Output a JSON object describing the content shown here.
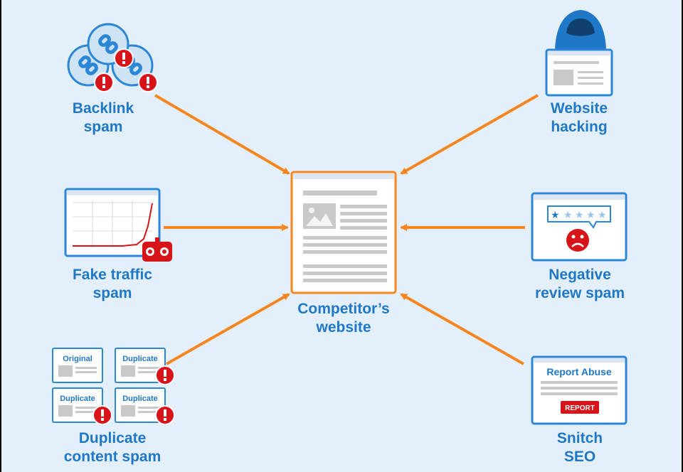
{
  "colors": {
    "background": "#e3f0fb",
    "accent_blue": "#1f77c8",
    "arrow_orange": "#f5861f",
    "alert_red": "#d7141a",
    "panel_border": "#2b86d6",
    "placeholder_gray": "#c9c9c9"
  },
  "center": {
    "label_line1": "Competitor’s",
    "label_line2": "website",
    "icon": "web-page-icon"
  },
  "nodes": {
    "backlink_spam": {
      "line1": "Backlink",
      "line2": "spam",
      "icon": "chain-link-alert-icon"
    },
    "website_hacking": {
      "line1": "Website",
      "line2": "hacking",
      "icon": "hooded-hacker-icon"
    },
    "fake_traffic_spam": {
      "line1": "Fake traffic",
      "line2": "spam",
      "icon": "traffic-spike-robot-icon"
    },
    "negative_review_spam": {
      "line1": "Negative",
      "line2": "review spam",
      "icon": "one-star-review-icon"
    },
    "duplicate_content_spam": {
      "line1": "Duplicate",
      "line2": "content spam",
      "icon": "duplicate-pages-icon",
      "tiles": [
        "Original",
        "Duplicate",
        "Duplicate",
        "Duplicate"
      ]
    },
    "snitch_seo": {
      "line1": "Snitch",
      "line2": "SEO",
      "icon": "report-abuse-form-icon",
      "form_title": "Report Abuse",
      "button_label": "REPORT"
    }
  }
}
